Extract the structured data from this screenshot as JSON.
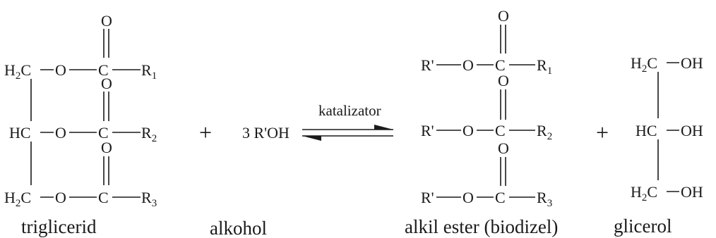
{
  "reaction": {
    "triglyceride": {
      "rows": [
        {
          "left": "H",
          "left_sub": "2",
          "left_tail": "C",
          "o1": "O",
          "c": "C",
          "r": "R",
          "r_sub": "1"
        },
        {
          "left": "HC",
          "left_sub": "",
          "left_tail": "",
          "o1": "O",
          "c": "C",
          "r": "R",
          "r_sub": "2"
        },
        {
          "left": "H",
          "left_sub": "2",
          "left_tail": "C",
          "o1": "O",
          "c": "C",
          "r": "R",
          "r_sub": "3"
        }
      ],
      "carbonyl_o": "O",
      "label": "triglicerid"
    },
    "plus_symbol": "+",
    "alcohol": {
      "formula": "3 R'OH",
      "label": "alkohol"
    },
    "catalyst": "katalizator",
    "ester": {
      "rows": [
        {
          "rp": "R'",
          "o1": "O",
          "c": "C",
          "r": "R",
          "r_sub": "1"
        },
        {
          "rp": "R'",
          "o1": "O",
          "c": "C",
          "r": "R",
          "r_sub": "2"
        },
        {
          "rp": "R'",
          "o1": "O",
          "c": "C",
          "r": "R",
          "r_sub": "3"
        }
      ],
      "carbonyl_o": "O",
      "label": "alkil ester (biodizel)"
    },
    "glycerol": {
      "rows": [
        {
          "left": "H",
          "left_sub": "2",
          "left_tail": "C",
          "oh": "OH"
        },
        {
          "left": "HC",
          "left_sub": "",
          "left_tail": "",
          "oh": "OH"
        },
        {
          "left": "H",
          "left_sub": "2",
          "left_tail": "C",
          "oh": "OH"
        }
      ],
      "label": "glicerol"
    }
  }
}
